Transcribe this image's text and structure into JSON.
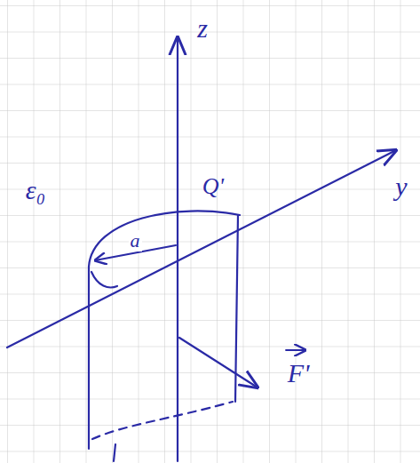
{
  "diagram": {
    "labels": [
      "z",
      "y",
      "ε₀",
      "a",
      "Q'",
      "F'"
    ]
  }
}
